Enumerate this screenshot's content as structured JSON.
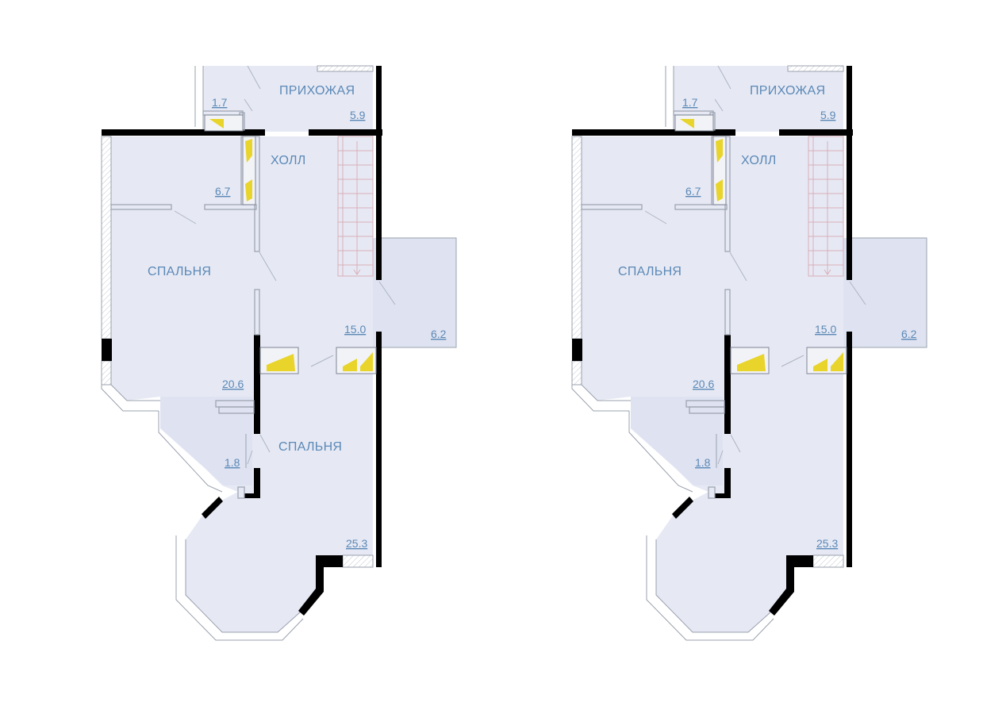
{
  "plans": [
    {
      "rooms": [
        {
          "name": "ПРИХОЖАЯ",
          "area": "5.9"
        },
        {
          "name": "",
          "area": "1.7"
        },
        {
          "name": "ХОЛЛ",
          "area": "15.0"
        },
        {
          "name": "",
          "area": "6.7"
        },
        {
          "name": "СПАЛЬНЯ",
          "area": "20.6"
        },
        {
          "name": "",
          "area": "6.2"
        },
        {
          "name": "",
          "area": "1.8"
        },
        {
          "name": "СПАЛЬНЯ",
          "area": "25.3"
        }
      ]
    },
    {
      "rooms": [
        {
          "name": "ПРИХОЖАЯ",
          "area": "5.9"
        },
        {
          "name": "",
          "area": "1.7"
        },
        {
          "name": "ХОЛЛ",
          "area": "15.0"
        },
        {
          "name": "",
          "area": "6.7"
        },
        {
          "name": "СПАЛЬНЯ",
          "area": "20.6"
        },
        {
          "name": "",
          "area": "6.2"
        },
        {
          "name": "",
          "area": "1.8"
        },
        {
          "name": "СПАЛЬНЯ",
          "area": "25.3"
        }
      ]
    }
  ],
  "colors": {
    "floor": "#e6e9f4",
    "label": "#5b88b6",
    "wall": "#000000",
    "fixture_accent": "#e8d42a"
  }
}
